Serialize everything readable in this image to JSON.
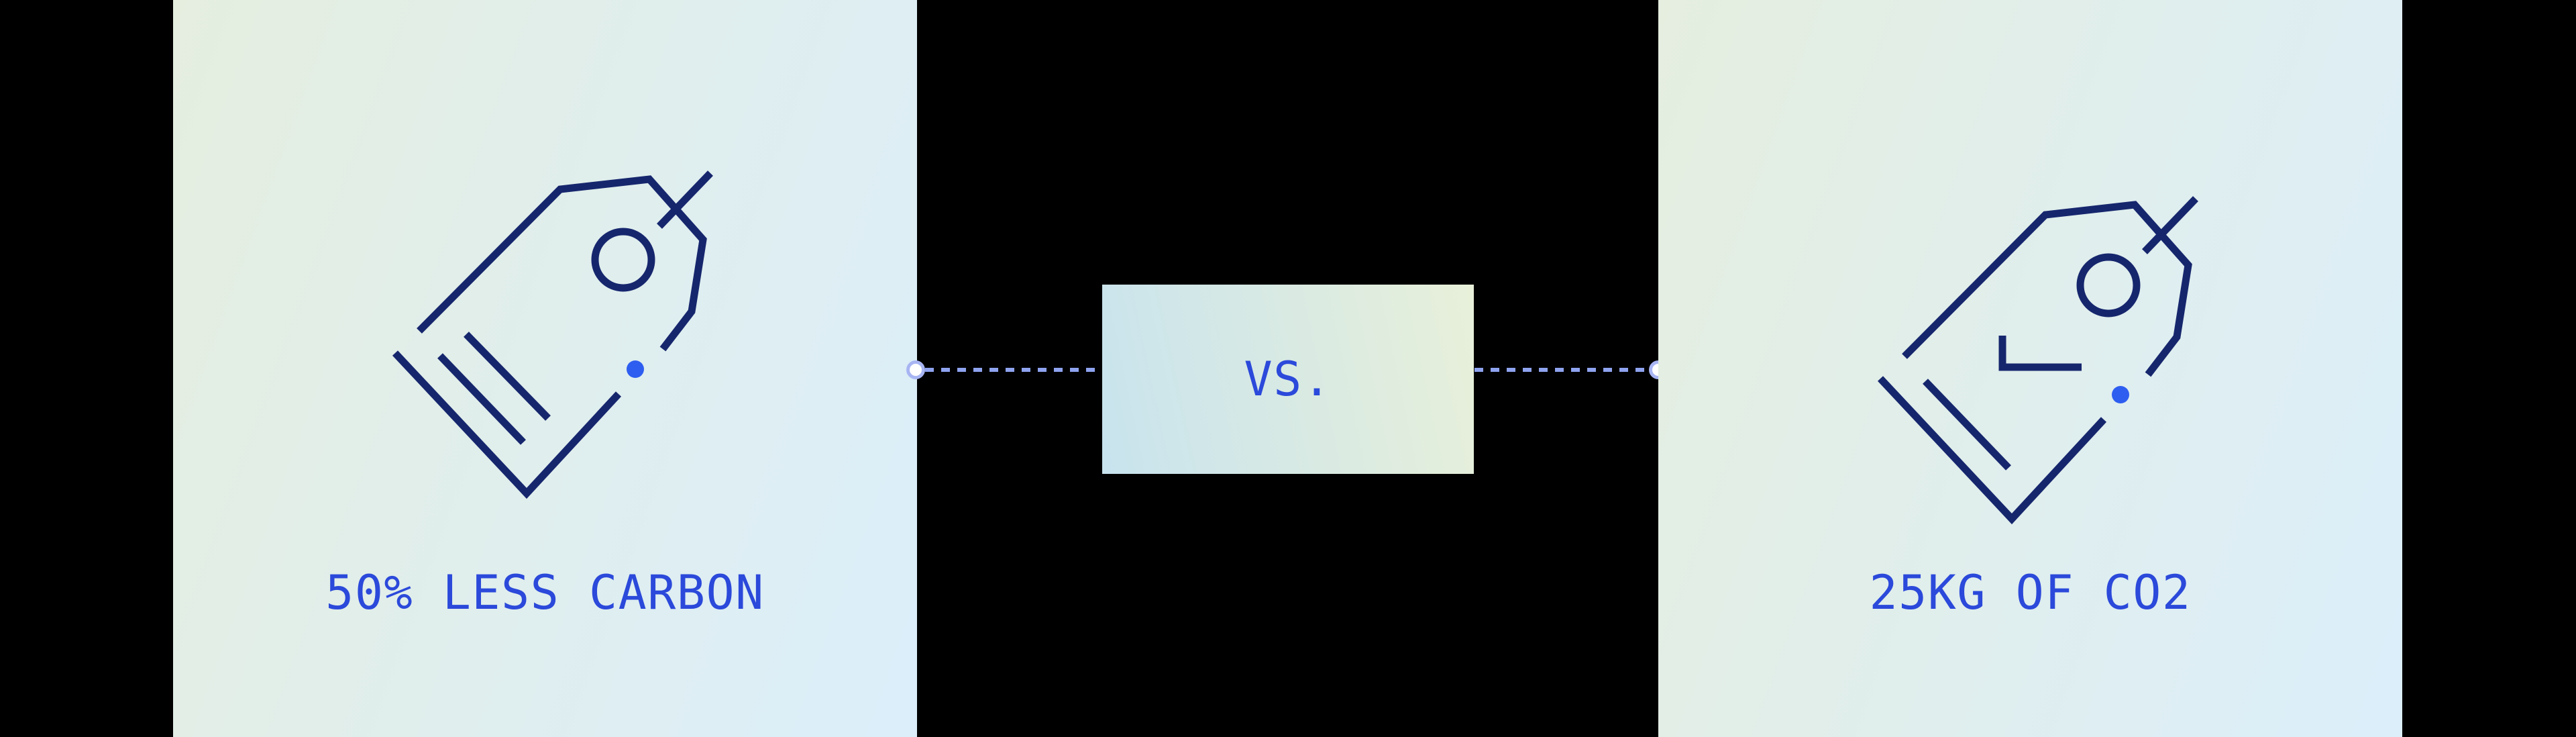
{
  "banner": {
    "vs_label": "VS.",
    "left": {
      "label": "50% LESS CARBON",
      "icon": "price-tag-icon"
    },
    "right": {
      "label": "25KG OF CO2",
      "icon": "price-tag-icon"
    }
  },
  "colors": {
    "page-bg": "#000000",
    "panel-grad-start": "#e5eedf",
    "panel-grad-end": "#dbeefa",
    "box-grad-start": "#c8e3ee",
    "box-grad-end": "#e8f0d9",
    "label-blue": "#2b49da",
    "icon-navy": "#16266d",
    "dot-blue": "#2e5ef0",
    "connector-dash": "#8ea3f0",
    "connector-ring": "#a8b5f3"
  }
}
